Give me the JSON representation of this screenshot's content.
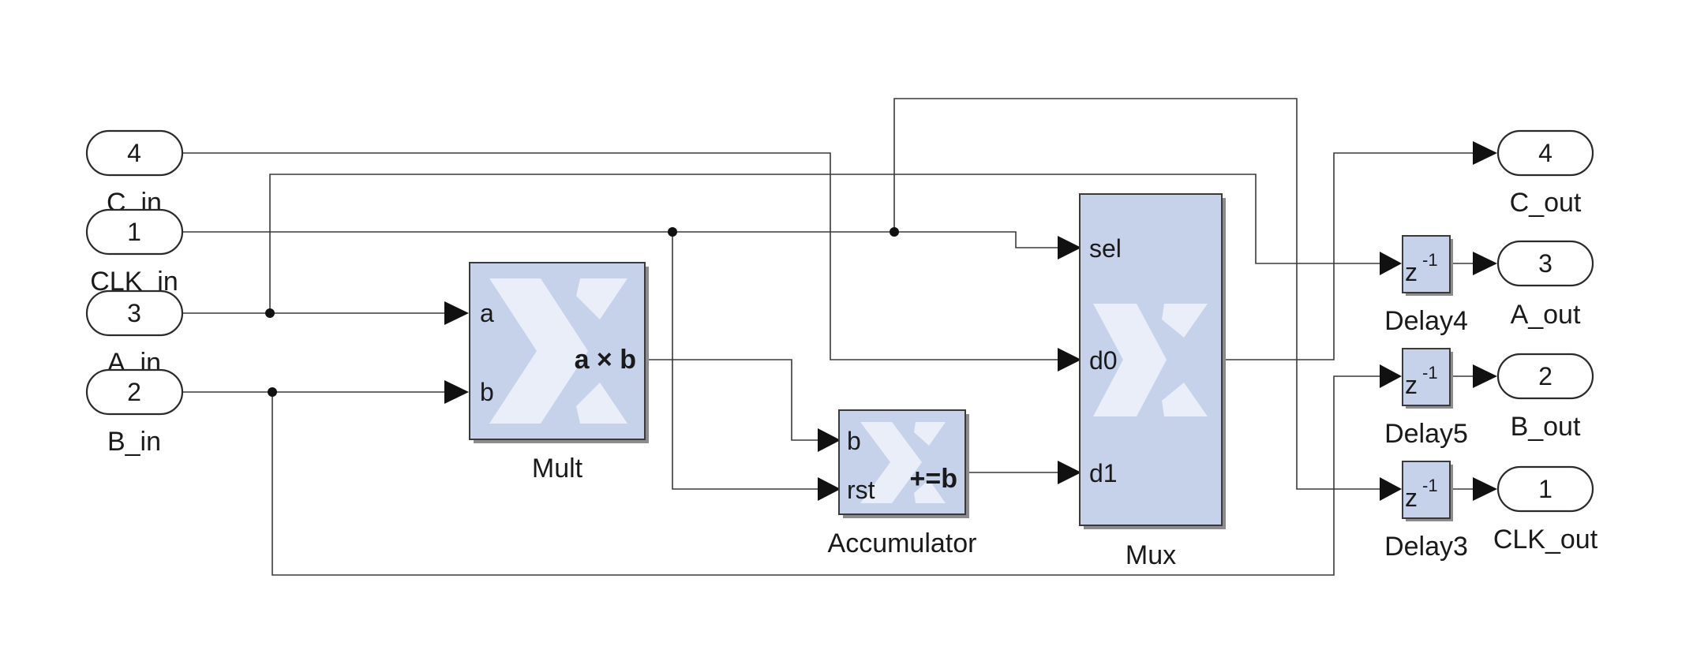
{
  "inports": [
    {
      "num": "4",
      "name": "C_in"
    },
    {
      "num": "1",
      "name": "CLK_in"
    },
    {
      "num": "3",
      "name": "A_in"
    },
    {
      "num": "2",
      "name": "B_in"
    }
  ],
  "outports": [
    {
      "num": "4",
      "name": "C_out"
    },
    {
      "num": "3",
      "name": "A_out"
    },
    {
      "num": "2",
      "name": "B_out"
    },
    {
      "num": "1",
      "name": "CLK_out"
    }
  ],
  "mult": {
    "name": "Mult",
    "pin_a": "a",
    "pin_b": "b",
    "op": "a × b"
  },
  "accumulator": {
    "name": "Accumulator",
    "pin_b": "b",
    "pin_rst": "rst",
    "op": "+=b"
  },
  "mux": {
    "name": "Mux",
    "pin_sel": "sel",
    "pin_d0": "d0",
    "pin_d1": "d1"
  },
  "delays": [
    {
      "name": "Delay4",
      "z": "z",
      "exp": "-1"
    },
    {
      "name": "Delay5",
      "z": "z",
      "exp": "-1"
    },
    {
      "name": "Delay3",
      "z": "z",
      "exp": "-1"
    }
  ],
  "colors": {
    "block_fill": "#c6d2ea",
    "wire": "#3a3a3a",
    "logo": "#e9eef8"
  }
}
